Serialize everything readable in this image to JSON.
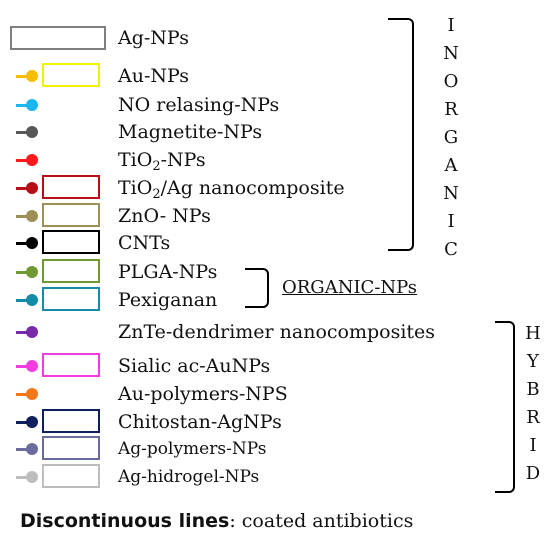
{
  "items": [
    {
      "label": "Ag-NPs",
      "color": "#7f7f7f",
      "dot": false,
      "box": true
    },
    {
      "label": "Au-NPs",
      "color": "#f6be00",
      "box_color": "#f2f200",
      "dot": true,
      "box": true
    },
    {
      "label": "NO relasing-NPs",
      "color": "#1ab7ef",
      "dot": true,
      "box": false
    },
    {
      "label": "Magnetite-NPs",
      "color": "#585858",
      "dot": true,
      "box": false
    },
    {
      "label_main": "TiO",
      "label_sub": "2",
      "label_tail": "-NPs",
      "color": "#ff1a1a",
      "dot": true,
      "box": false
    },
    {
      "label_main": "TiO",
      "label_sub": "2",
      "label_tail": "/Ag nanocomposite",
      "color": "#b80f17",
      "dot": true,
      "box": true
    },
    {
      "label": "ZnO- NPs",
      "color": "#9e8f56",
      "dot": true,
      "box": true
    },
    {
      "label": "CNTs",
      "color": "#000000",
      "dot": true,
      "box": true
    },
    {
      "label": "PLGA-NPs",
      "color": "#6f9a32",
      "dot": true,
      "box": true
    },
    {
      "label": "Pexiganan",
      "color": "#168ba5",
      "dot": true,
      "box": true
    },
    {
      "label": "ZnTe-dendrimer nanocomposites",
      "color": "#7a2aa8",
      "dot": true,
      "box": false
    },
    {
      "label": "Sialic ac-AuNPs",
      "color": "#f23ce0",
      "dot": true,
      "box": true
    },
    {
      "label": "Au-polymers-NPS",
      "color": "#f47618",
      "dot": true,
      "box": false
    },
    {
      "label": "Chitostan-AgNPs",
      "color": "#0d1f5c",
      "dot": true,
      "box": true
    },
    {
      "label": "Ag-polymers-NPs",
      "color": "#6a6c9e",
      "dot": true,
      "box": true
    },
    {
      "label": "Ag-hidrogel-NPs",
      "color": "#bdbdbd",
      "dot": true,
      "box": true
    }
  ],
  "groups": {
    "inorganic": [
      "I",
      "N",
      "O",
      "R",
      "G",
      "A",
      "N",
      "I",
      "C"
    ],
    "organic": "ORGANIC-NPs",
    "hybrid": [
      "H",
      "Y",
      "B",
      "R",
      "I",
      "D"
    ]
  },
  "footer": {
    "bold": "Discontinuous lines",
    "rest": ":  coated antibiotics"
  }
}
